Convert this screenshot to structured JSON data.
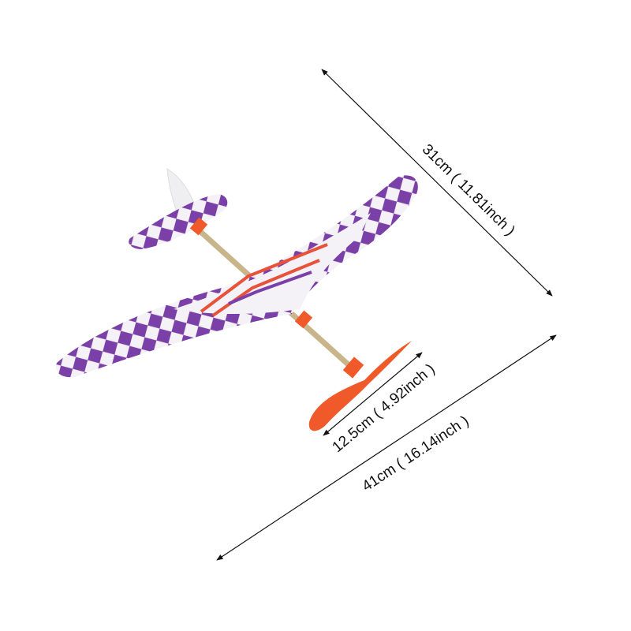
{
  "dimensions": {
    "length": "31cm ( 11.81inch )",
    "wingspan": "41cm ( 16.14inch )",
    "propeller": "12.5cm ( 4.92inch )"
  },
  "colors": {
    "pattern": "#7b3fa8",
    "stripe": "#e8523a",
    "propeller": "#f05a2a",
    "stick": "#c9b58a",
    "foam": "#f4f2f6"
  }
}
